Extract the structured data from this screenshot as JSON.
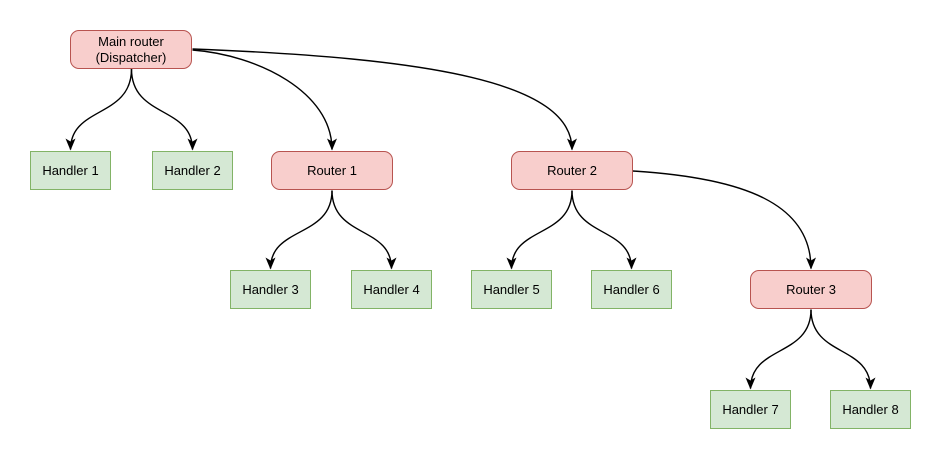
{
  "diagram": {
    "type": "tree-flowchart",
    "nodes": [
      {
        "id": "main",
        "label": "Main router\n(Dispatcher)",
        "kind": "router"
      },
      {
        "id": "handler1",
        "label": "Handler 1",
        "kind": "handler"
      },
      {
        "id": "handler2",
        "label": "Handler 2",
        "kind": "handler"
      },
      {
        "id": "router1",
        "label": "Router 1",
        "kind": "router"
      },
      {
        "id": "router2",
        "label": "Router 2",
        "kind": "router"
      },
      {
        "id": "handler3",
        "label": "Handler 3",
        "kind": "handler"
      },
      {
        "id": "handler4",
        "label": "Handler 4",
        "kind": "handler"
      },
      {
        "id": "handler5",
        "label": "Handler 5",
        "kind": "handler"
      },
      {
        "id": "handler6",
        "label": "Handler 6",
        "kind": "handler"
      },
      {
        "id": "router3",
        "label": "Router 3",
        "kind": "router"
      },
      {
        "id": "handler7",
        "label": "Handler 7",
        "kind": "handler"
      },
      {
        "id": "handler8",
        "label": "Handler 8",
        "kind": "handler"
      }
    ],
    "edges": [
      {
        "from": "main",
        "to": "handler1"
      },
      {
        "from": "main",
        "to": "handler2"
      },
      {
        "from": "main",
        "to": "router1"
      },
      {
        "from": "main",
        "to": "router2"
      },
      {
        "from": "router1",
        "to": "handler3"
      },
      {
        "from": "router1",
        "to": "handler4"
      },
      {
        "from": "router2",
        "to": "handler5"
      },
      {
        "from": "router2",
        "to": "handler6"
      },
      {
        "from": "router2",
        "to": "router3"
      },
      {
        "from": "router3",
        "to": "handler7"
      },
      {
        "from": "router3",
        "to": "handler8"
      }
    ],
    "colors": {
      "router_fill": "#f8cecc",
      "router_stroke": "#b85450",
      "handler_fill": "#d5e8d4",
      "handler_stroke": "#82b366",
      "edge_stroke": "#000000",
      "background": "#ffffff"
    }
  }
}
